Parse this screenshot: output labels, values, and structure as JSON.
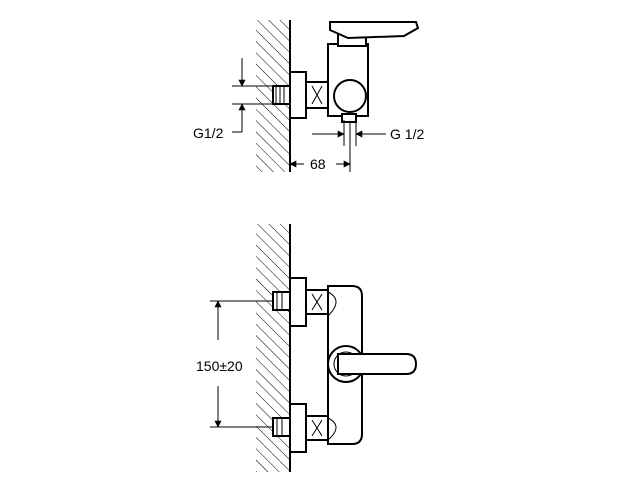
{
  "diagram": {
    "labels": {
      "inlet_thread_left": "G1/2",
      "inlet_thread_right": "G 1/2",
      "wall_offset": "68",
      "center_distance": "150±20"
    }
  }
}
